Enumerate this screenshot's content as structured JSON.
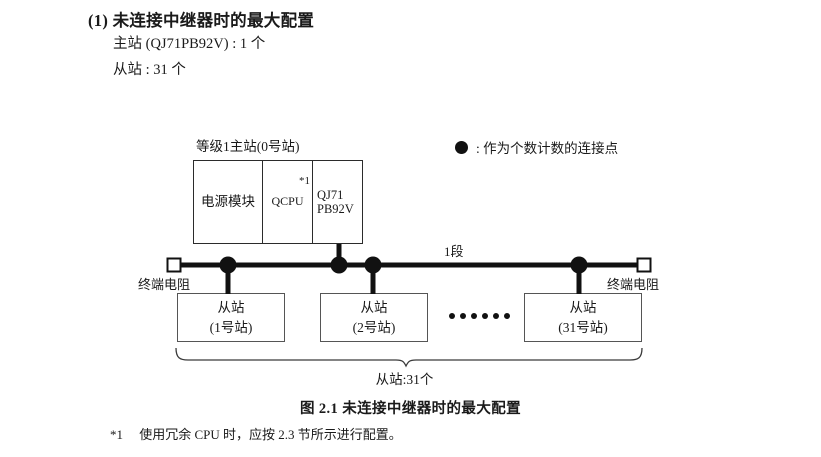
{
  "heading": {
    "number": "(1)",
    "title": "未连接中继器时的最大配置",
    "specs": [
      "主站 (QJ71PB92V) : 1 个",
      "从站 : 31 个"
    ]
  },
  "legend": {
    "icon": "filled-circle-icon",
    "text": ": 作为个数计数的连接点"
  },
  "diagram": {
    "master": {
      "caption": "等级1主站(0号站)",
      "cells": [
        {
          "label": "电源模块"
        },
        {
          "label": "QCPU",
          "footnote": "*1"
        },
        {
          "label_line1": "QJ71",
          "label_line2": "PB92V"
        }
      ]
    },
    "bus": {
      "segment_label": "1段",
      "terminator_left_label": "终端电阻",
      "terminator_right_label": "终端电阻"
    },
    "slaves": [
      {
        "line1": "从站",
        "line2": "(1号站)"
      },
      {
        "line1": "从站",
        "line2": "(2号站)"
      },
      {
        "line1": "从站",
        "line2": "(31号站)"
      }
    ],
    "ellipsis_count": 6,
    "brace_caption": "从站:31个"
  },
  "figure_caption": "图 2.1  未连接中继器时的最大配置",
  "footnote": {
    "mark": "*1",
    "text": "使用冗余 CPU 时，应按 2.3 节所示进行配置。"
  },
  "colors": {
    "text": "#1a1a1a",
    "line": "#111111",
    "box_border": "#555555",
    "background": "#ffffff"
  }
}
